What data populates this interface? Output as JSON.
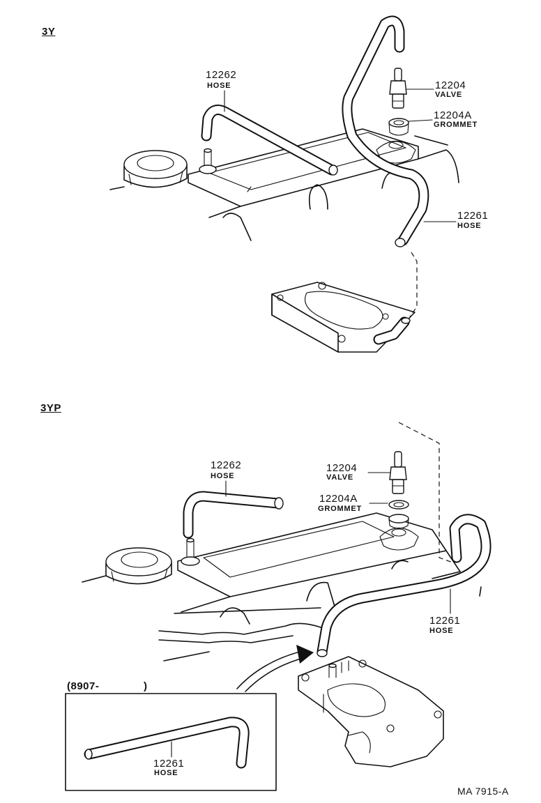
{
  "sections": [
    {
      "heading": "3Y",
      "parts": [
        {
          "number": "12262",
          "name": "HOSE"
        },
        {
          "number": "12204",
          "name": "VALVE"
        },
        {
          "number": "12204A",
          "name": "GROMMET"
        },
        {
          "number": "12261",
          "name": "HOSE"
        }
      ]
    },
    {
      "heading": "3YP",
      "parts": [
        {
          "number": "12262",
          "name": "HOSE"
        },
        {
          "number": "12204",
          "name": "VALVE"
        },
        {
          "number": "12204A",
          "name": "GROMMET"
        },
        {
          "number": "12261",
          "name": "HOSE"
        }
      ],
      "inset": {
        "range_label": "(8907-",
        "range_close": ")",
        "parts": [
          {
            "number": "12261",
            "name": "HOSE"
          }
        ]
      }
    }
  ],
  "figure_code": "MA 7915-A"
}
